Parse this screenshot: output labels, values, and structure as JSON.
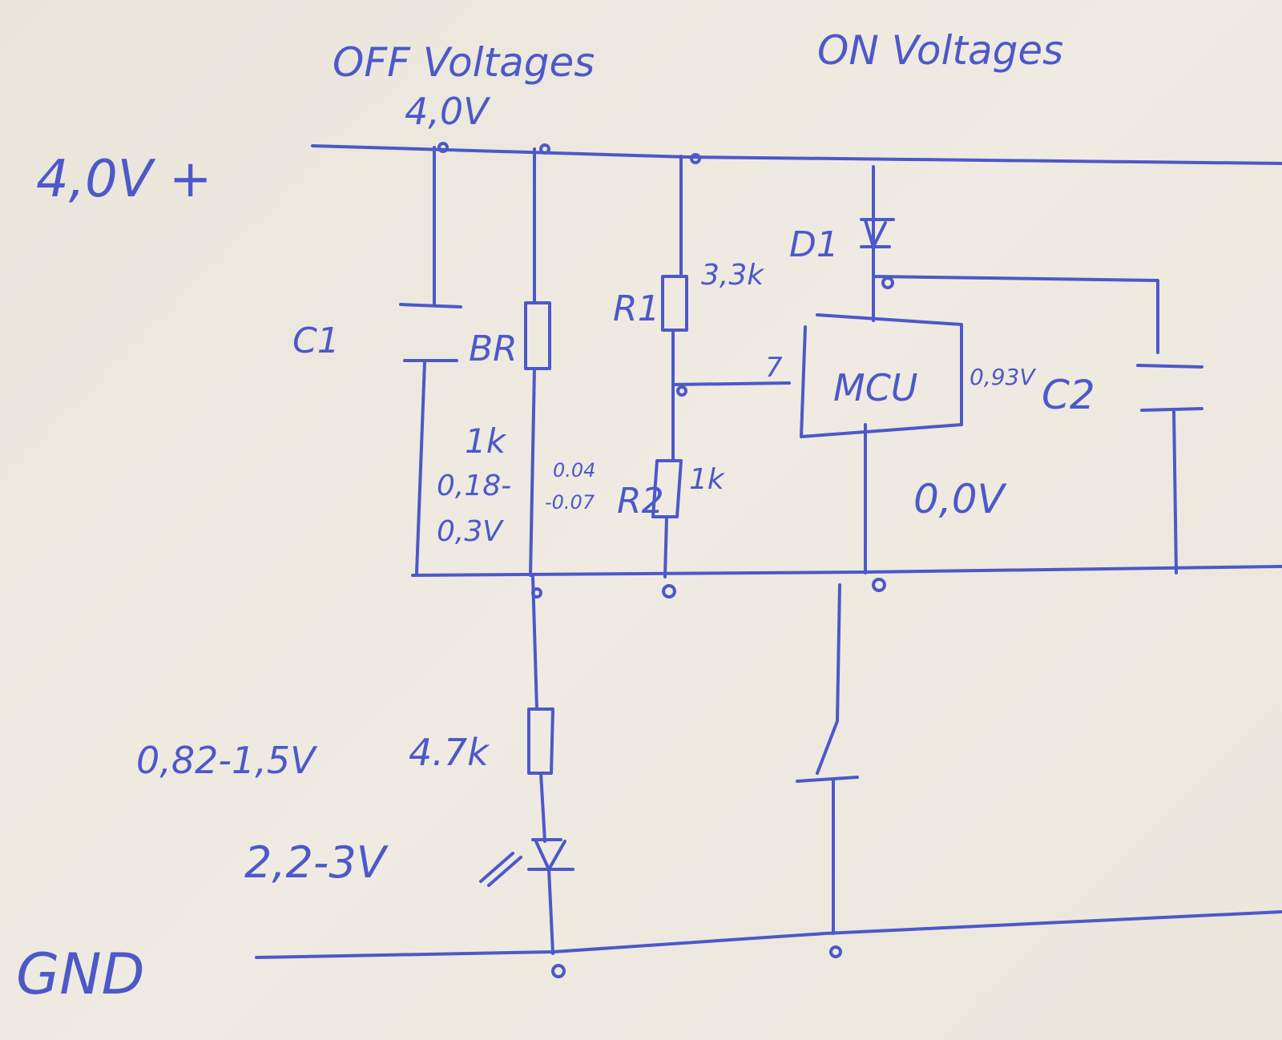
{
  "headings": {
    "off": "OFF Voltages",
    "on": "ON Voltages",
    "off_supply": "4,0V"
  },
  "rails": {
    "supply": "4,0V +",
    "ground": "GND"
  },
  "components": {
    "c1": "C1",
    "br": "BR",
    "br_value": "1k",
    "br_voltage_1": "0,18-",
    "br_voltage_2": "0,3V",
    "r2_voltage_1": "0.04",
    "r2_voltage_2": "-0.07",
    "r1": "R1",
    "r1_value": "3,3k",
    "r2": "R2",
    "r2_value": "1k",
    "d1": "D1",
    "mcu": "MCU",
    "mcu_pin": "7",
    "mcu_voltage": "0,93V",
    "c2": "C2",
    "mcu_gnd_voltage": "0,0V",
    "res_voltage": "0,82-1,5V",
    "res_value": "4.7k",
    "led_voltage": "2,2-3V"
  },
  "colors": {
    "ink": "#4d58c9",
    "paper": "#ece8df"
  }
}
